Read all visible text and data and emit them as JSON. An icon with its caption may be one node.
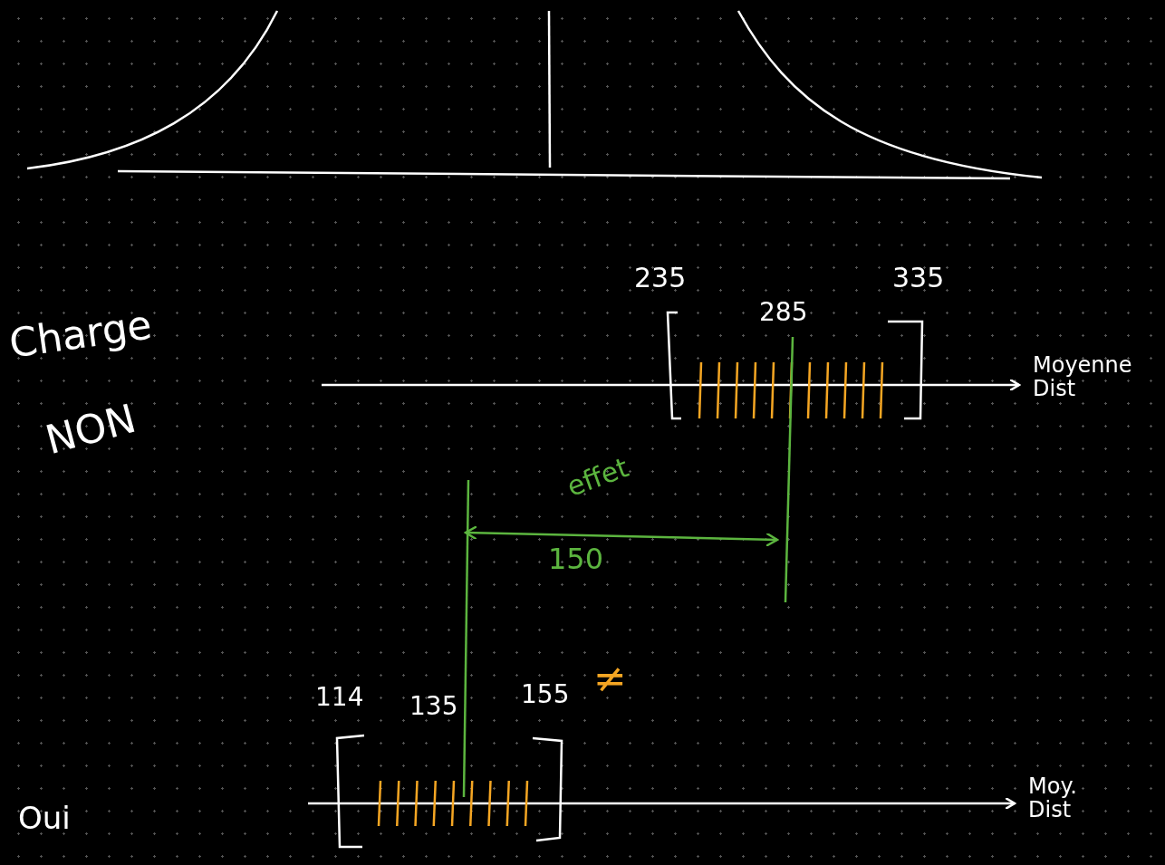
{
  "diagram": {
    "labels": [
      "Charge",
      "NON",
      "235",
      "335",
      "285",
      "Moyenne Dist",
      "effet",
      "150",
      "114",
      "135",
      "155",
      "≠",
      "Oui",
      "Moy. Dist"
    ]
  }
}
